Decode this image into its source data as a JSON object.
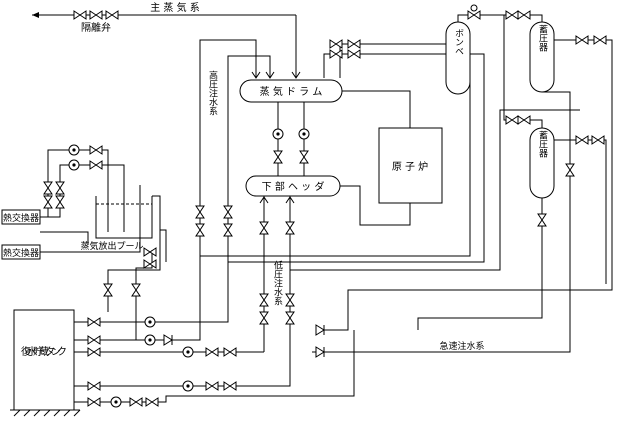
{
  "labels": {
    "main_steam": "主 蒸 気 系",
    "isolation_valve": "隔離弁",
    "steam_drum": "蒸 気 ド ラ ム",
    "lower_header": "下 部 ヘ ッ ダ",
    "reactor": "原 子 炉",
    "hp_injection": "高圧注水系",
    "lp_injection": "低圧注水系",
    "emergency_injection": "急速注水系",
    "heat_exchanger_1": "熱交換器",
    "heat_exchanger_2": "熱交換器",
    "suppression_pool": "蒸気放出プール",
    "storage_tank": "復 水 貯 蔵 タ ン ク",
    "cylinder": "ボンベ",
    "accumulator_1": "蓄圧器",
    "accumulator_2": "蓄圧器"
  }
}
